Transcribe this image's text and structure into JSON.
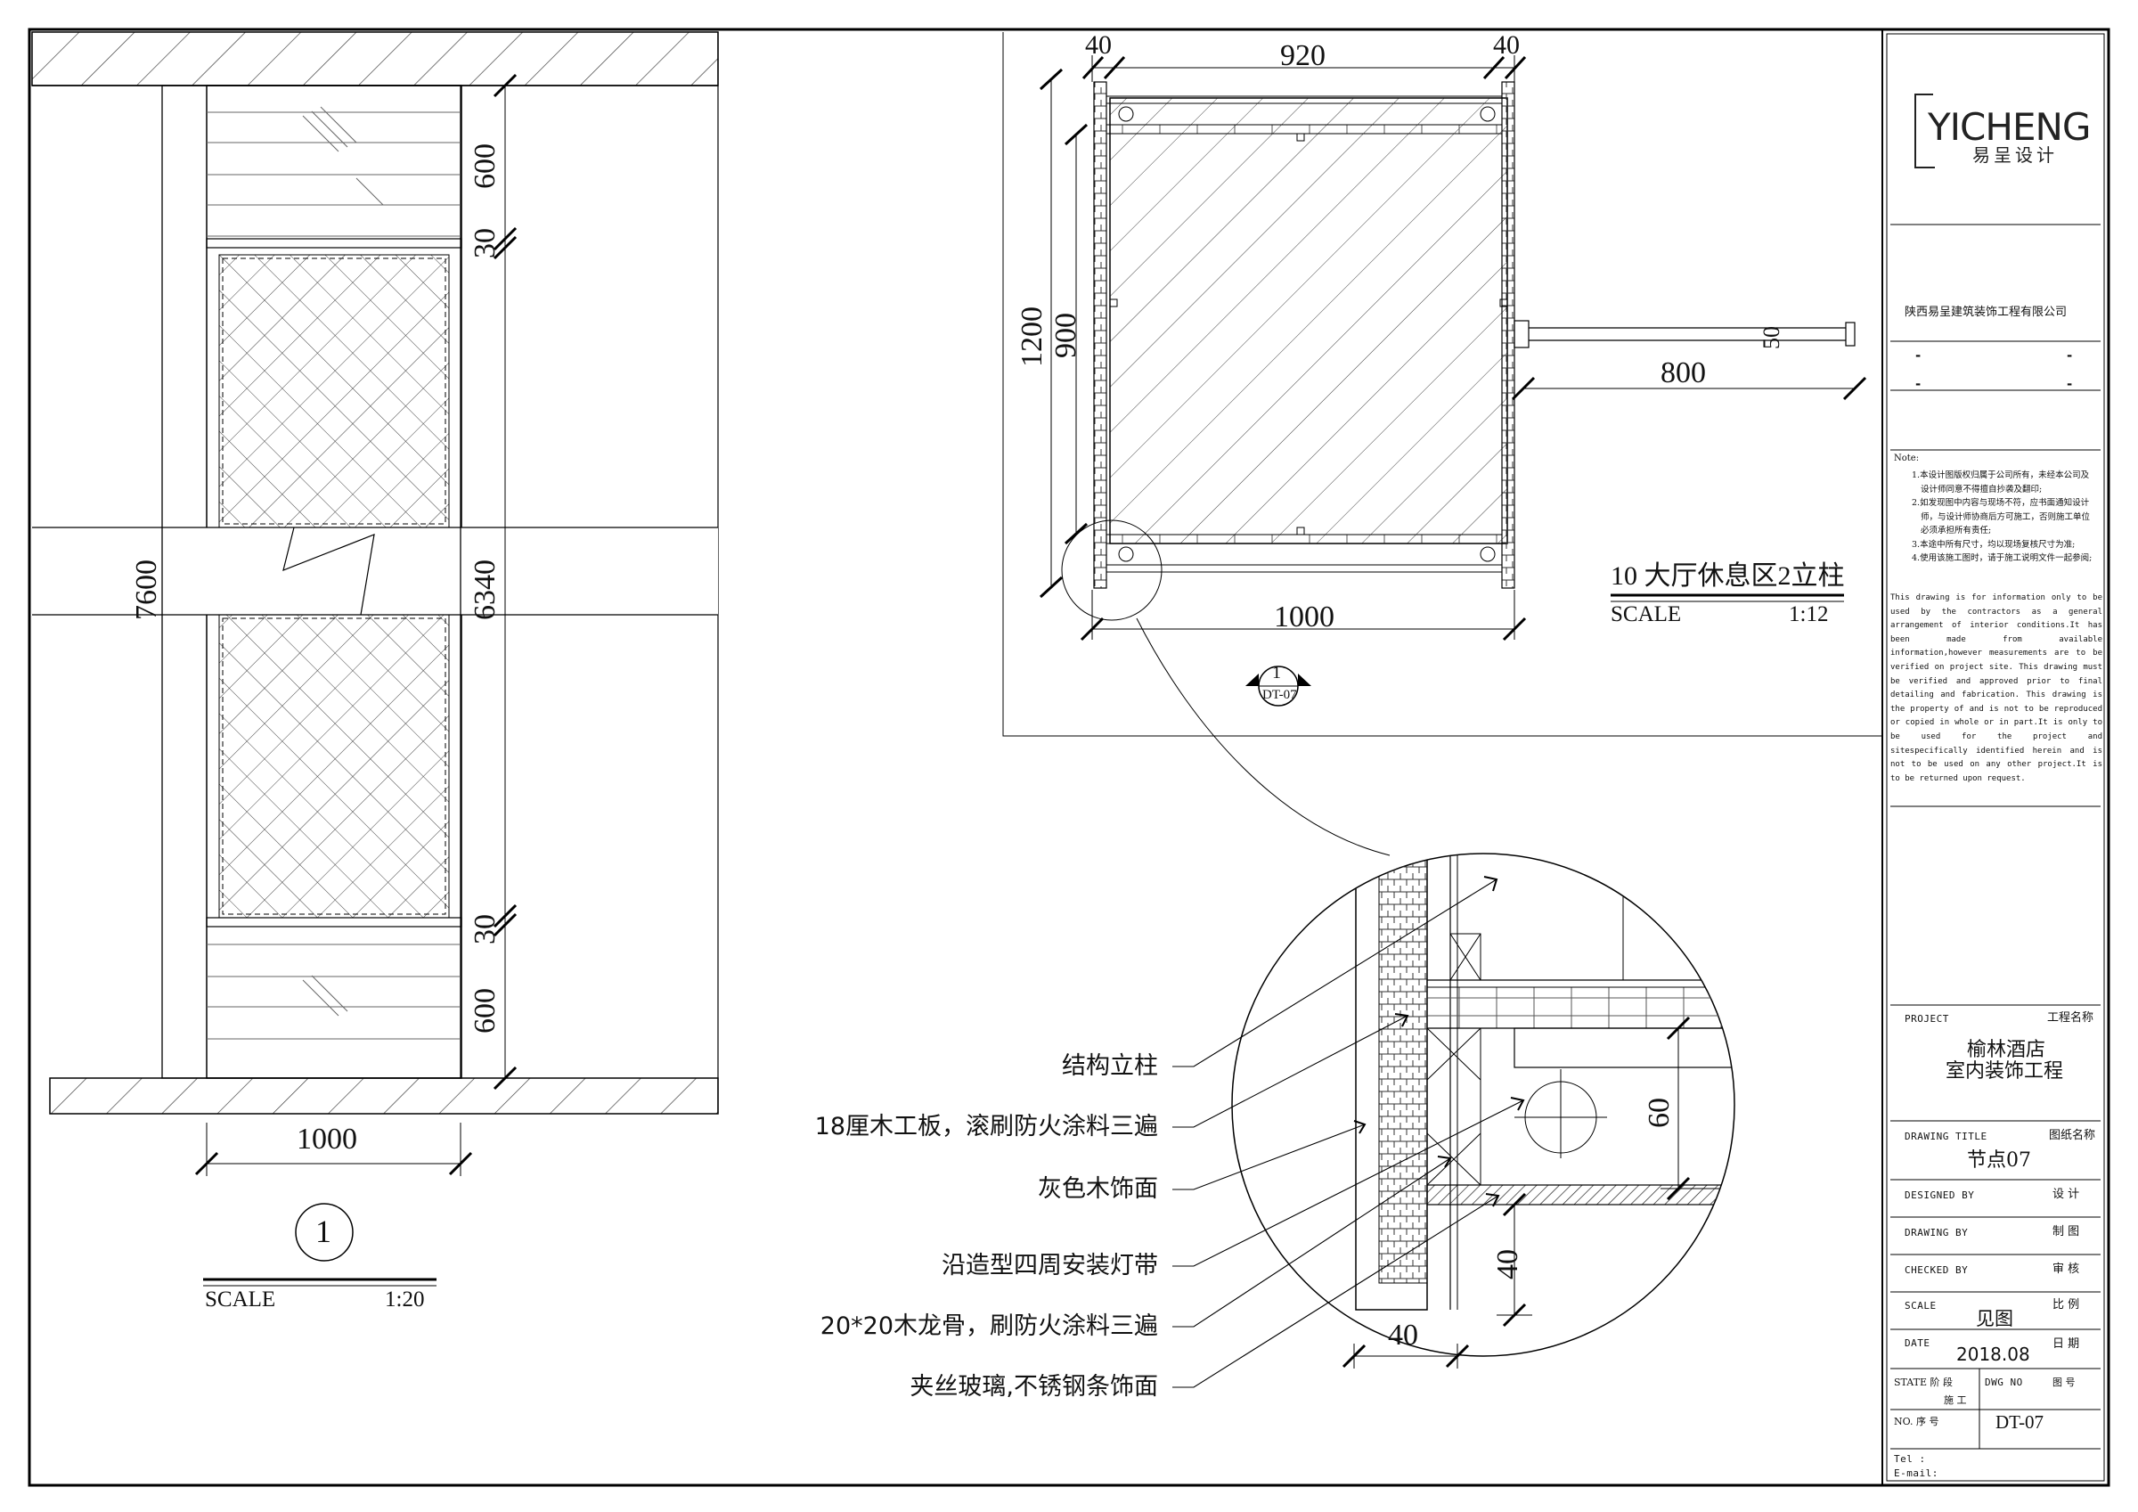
{
  "elevation": {
    "dims": {
      "total_height": "7600",
      "inner_height": "6340",
      "top_panel": "600",
      "top_gap": "30",
      "bottom_gap": "30",
      "bottom_panel": "600",
      "width": "1000"
    },
    "callout": "1",
    "scale_label": "SCALE",
    "scale_value": "1:20"
  },
  "plan": {
    "dims": {
      "top_left": "40",
      "top_mid": "920",
      "top_right": "40",
      "left_outer": "1200",
      "left_inner": "900",
      "arm_size": "50",
      "arm_length": "800",
      "bottom": "1000"
    },
    "title": "10  大厅休息区2立柱",
    "scale_label": "SCALE",
    "scale_value": "1:12",
    "section_mark": {
      "number": "1",
      "sheet": "DT-07"
    }
  },
  "detail": {
    "labels": [
      "结构立柱",
      "18厘木工板，滚刷防火涂料三遍",
      "灰色木饰面",
      "沿造型四周安装灯带",
      "20*20木龙骨，刷防火涂料三遍",
      "夹丝玻璃,不锈钢条饰面"
    ],
    "dims": {
      "height_60": "60",
      "height_40": "40",
      "width_40": "40"
    }
  },
  "title_block": {
    "logo_text": "YICHENG",
    "logo_sub": "易呈设计",
    "company": "陕西易呈建筑装饰工程有限公司",
    "blank_rows": [
      "-",
      "-",
      "-",
      "-"
    ],
    "note_title": "Note:",
    "notes_cn": [
      "1.本设计图版权归属于公司所有，未经本公司及",
      "设计师同意不得擅自抄袭及翻印;",
      "2.如发现图中内容与现场不符，应书面通知设计",
      "师，与设计师协商后方可施工，否则施工单位",
      "必须承担所有责任;",
      "3.本途中所有尺寸，均以现场复核尺寸为准;",
      "4.使用该施工图时，请于施工说明文件一起参阅;"
    ],
    "notes_en": "This drawing is for information only to be used by the contractors as a general arrangement of interior conditions.It has been made from available information,however measurements are to be verified on project site. This drawing must be verified and approved prior to final detailing and fabrication.  This drawing is the property of and is not to be reproduced or copied in whole or in part.It is only to be used for the project and sitespecifically identified herein and is not to be used on any other project.It is to be returned upon request.",
    "project_label": "PROJECT",
    "project_label_cn": "工程名称",
    "project_name_1": "榆林酒店",
    "project_name_2": "室内装饰工程",
    "drawing_title_label": "DRAWING TITLE",
    "drawing_title_label_cn": "图纸名称",
    "drawing_title": "节点07",
    "designed_label": "DESIGNED  BY",
    "designed_cn": "设    计",
    "drawing_label": "DRAWING  BY",
    "drawing_cn": "制    图",
    "checked_label": "CHECKED  BY",
    "checked_cn": "审    核",
    "scale_label": "SCALE",
    "scale_cn": "比    例",
    "scale_value": "见图",
    "date_label": "DATE",
    "date_cn": "日    期",
    "date_value": "2018.08",
    "state_label": "STATE 阶    段",
    "state_value": "施    工",
    "dwg_label": "DWG NO",
    "dwg_cn": "图    号",
    "no_label": "NO.   序    号",
    "dwg_value": "DT-07",
    "tel_label": "Tel :",
    "email_label": "E-mail:"
  }
}
